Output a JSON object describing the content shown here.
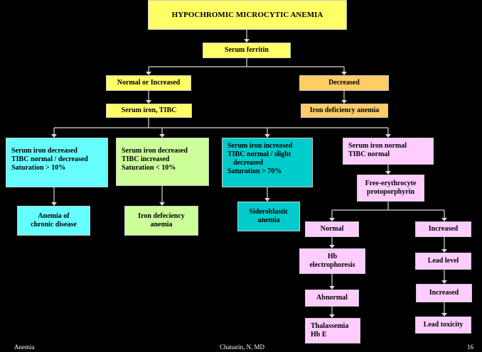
{
  "nodes": {
    "root": "HYPOCHROMIC MICROCYTIC ANEMIA",
    "serum_ferritin": "Serum ferritin",
    "normal_or_increased": "Normal or Increased",
    "decreased": "Decreased",
    "serum_iron_tibc": "Serum iron, TIBC",
    "iron_deficiency_anemia": "Iron deficiency anemia",
    "branch1": [
      "Serum iron decreased",
      "TIBC normal / decreased",
      "Saturation > 10%"
    ],
    "branch2": [
      "Serum iron decreased",
      "TIBC increased",
      "Saturation < 10%"
    ],
    "branch3": [
      "Serum iron increased",
      "TIBC normal / slight",
      "decreased",
      "Saturation > 70%"
    ],
    "branch4": [
      "Serum iron normal",
      "TIBC normal"
    ],
    "anemia_chronic": [
      "Anemia of",
      "chronic disease"
    ],
    "iron_defeciency": [
      "Iron defeciency",
      "anemia"
    ],
    "sideroblastic": [
      "Sideroblastic",
      "anemia"
    ],
    "free_erythrocyte": [
      "Free-erythrocyte",
      "protoporphyrin"
    ],
    "normal": "Normal",
    "increased": "Increased",
    "hb_electrophoresis": [
      "Hb",
      "electrophoresis"
    ],
    "lead_level": "Lead level",
    "abnormal": "Abnormal",
    "increased2": "Increased",
    "thalassemia": [
      "Thalassemia",
      "Hb E"
    ],
    "lead_toxicity": "Lead toxicity"
  },
  "footer": {
    "left": "Anemia",
    "center": "Chanarin, N, MD",
    "right": "16"
  },
  "colors": {
    "background": "#000000",
    "yellow": "#ffff66",
    "orange": "#ffcc66",
    "cyan": "#66ffff",
    "green": "#ccff99",
    "teal": "#00cccc",
    "pink": "#ffccff",
    "connector": "#d9d9d9"
  }
}
